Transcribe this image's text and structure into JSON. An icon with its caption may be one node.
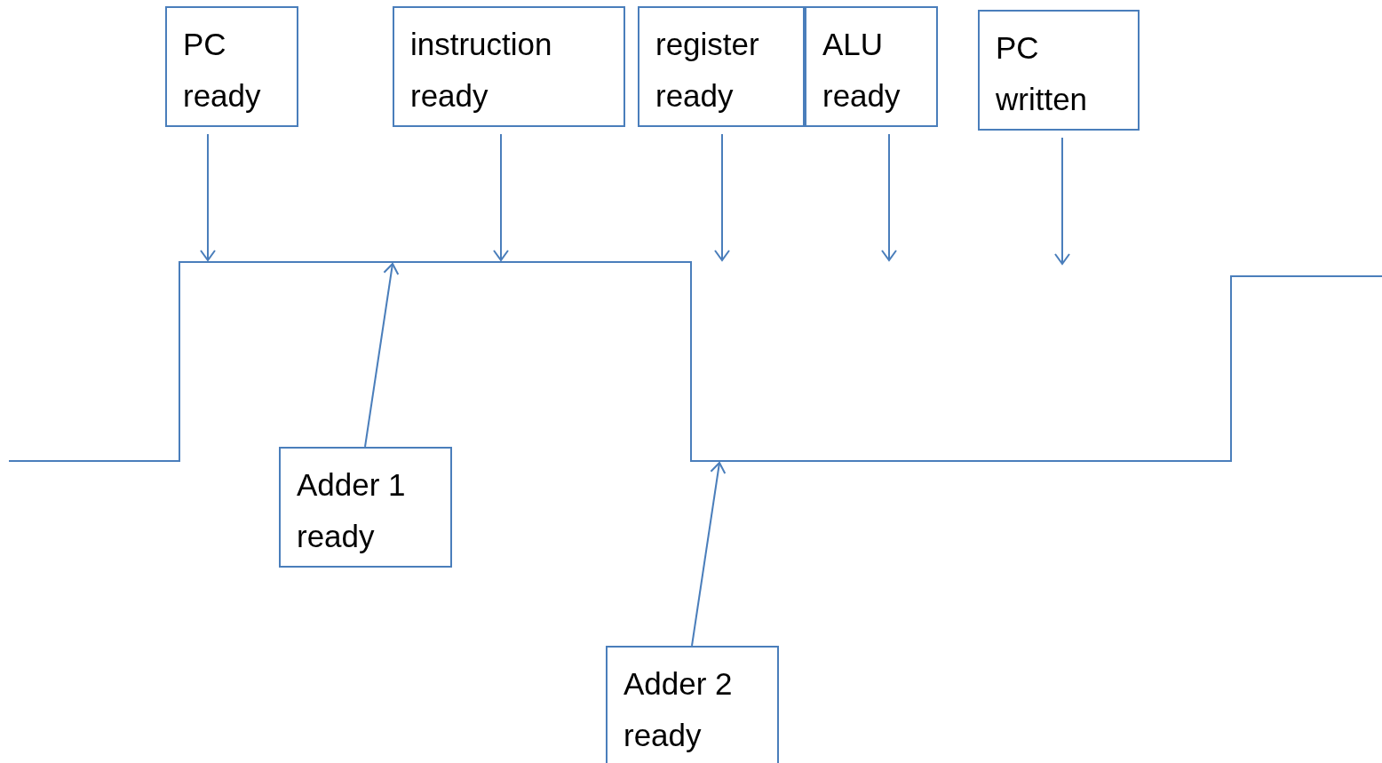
{
  "diagram": {
    "nodes": [
      {
        "text": [
          "PC ready"
        ]
      },
      {
        "text": [
          "instruction ready"
        ]
      },
      {
        "text": [
          "register ready"
        ]
      },
      {
        "text": [
          "ALU ready"
        ]
      },
      {
        "text": [
          "PC written"
        ]
      },
      {
        "text": [
          "Adder 1 ready"
        ]
      },
      {
        "text": [
          "Adder 2 ready"
        ]
      }
    ],
    "edges": [
      {
        "from": 0,
        "to": null,
        "arrow": "to"
      },
      {
        "from": 1,
        "to": null,
        "arrow": "to"
      },
      {
        "from": 2,
        "to": null,
        "arrow": "to"
      },
      {
        "from": 3,
        "to": null,
        "arrow": "to"
      },
      {
        "from": 4,
        "to": null,
        "arrow": "to"
      },
      {
        "from": 5,
        "to": null,
        "arrow": "to"
      },
      {
        "from": 6,
        "to": null,
        "arrow": "to"
      }
    ]
  }
}
